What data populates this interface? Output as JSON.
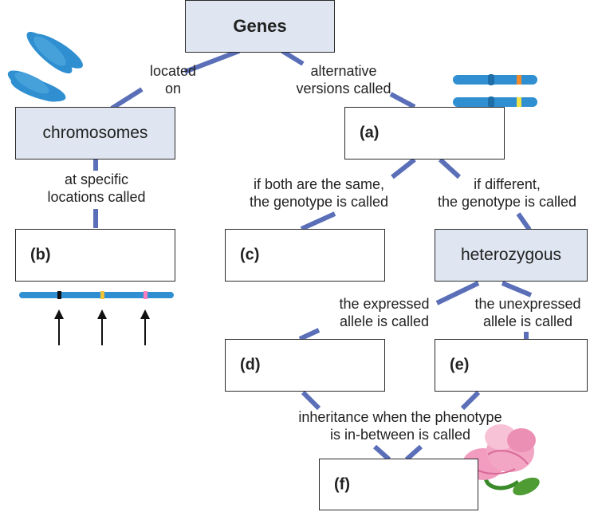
{
  "boxes": {
    "genes": "Genes",
    "chromosomes": "chromosomes",
    "a": "(a)",
    "b": "(b)",
    "c": "(c)",
    "heterozygous": "heterozygous",
    "d": "(d)",
    "e": "(e)",
    "f": "(f)"
  },
  "links": {
    "located_on": [
      "located",
      "on"
    ],
    "alternative_versions": [
      "alternative",
      "versions called"
    ],
    "specific_locations": [
      "at specific",
      "locations called"
    ],
    "both_same": [
      "if both are the same,",
      "the genotype is called"
    ],
    "different": [
      "if different,",
      "the genotype is called"
    ],
    "expressed": [
      "the expressed",
      "allele is called"
    ],
    "unexpressed": [
      "the unexpressed",
      "allele is called"
    ],
    "inbetween": [
      "inheritance when the phenotype",
      "is in-between is called"
    ]
  },
  "colors": {
    "connector": "#5a6fb8",
    "shaded_box": "#dfe6f1",
    "chromosome": "#2f8fd0",
    "band_orange": "#f08a2a",
    "band_yellow": "#f2e34a",
    "band_pink": "#ff7fc0",
    "rose": "#f2a6c3"
  },
  "icons": [
    "chromosome-x-icon",
    "homologous-chromosomes-icon",
    "chromosome-loci-icon",
    "rose-icon"
  ]
}
